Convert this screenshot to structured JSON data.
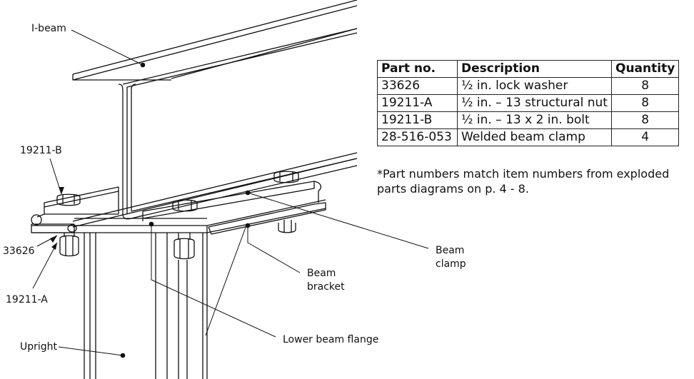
{
  "labels": {
    "i_beam": "I-beam",
    "part_19211_b": "19211-B",
    "part_33626": "33626",
    "part_19211_a": "19211-A",
    "upright": "Upright",
    "beam_clamp_line1": "Beam",
    "beam_clamp_line2": "clamp",
    "beam_bracket_line1": "Beam",
    "beam_bracket_line2": "bracket",
    "lower_beam_flange": "Lower beam flange"
  },
  "parts_table": {
    "headers": [
      "Part no.",
      "Description",
      "Quantity"
    ],
    "rows": [
      {
        "part_no": "33626",
        "description": "½ in. lock washer",
        "quantity": "8"
      },
      {
        "part_no": "19211-A",
        "description": "½ in. – 13 structural nut",
        "quantity": "8"
      },
      {
        "part_no": "19211-B",
        "description": "½ in. – 13 x 2 in. bolt",
        "quantity": "8"
      },
      {
        "part_no": "28-516-053",
        "description": "Welded beam clamp",
        "quantity": "4"
      }
    ]
  },
  "footnote": "*Part numbers match item numbers from exploded parts diagrams on p. 4 - 8."
}
